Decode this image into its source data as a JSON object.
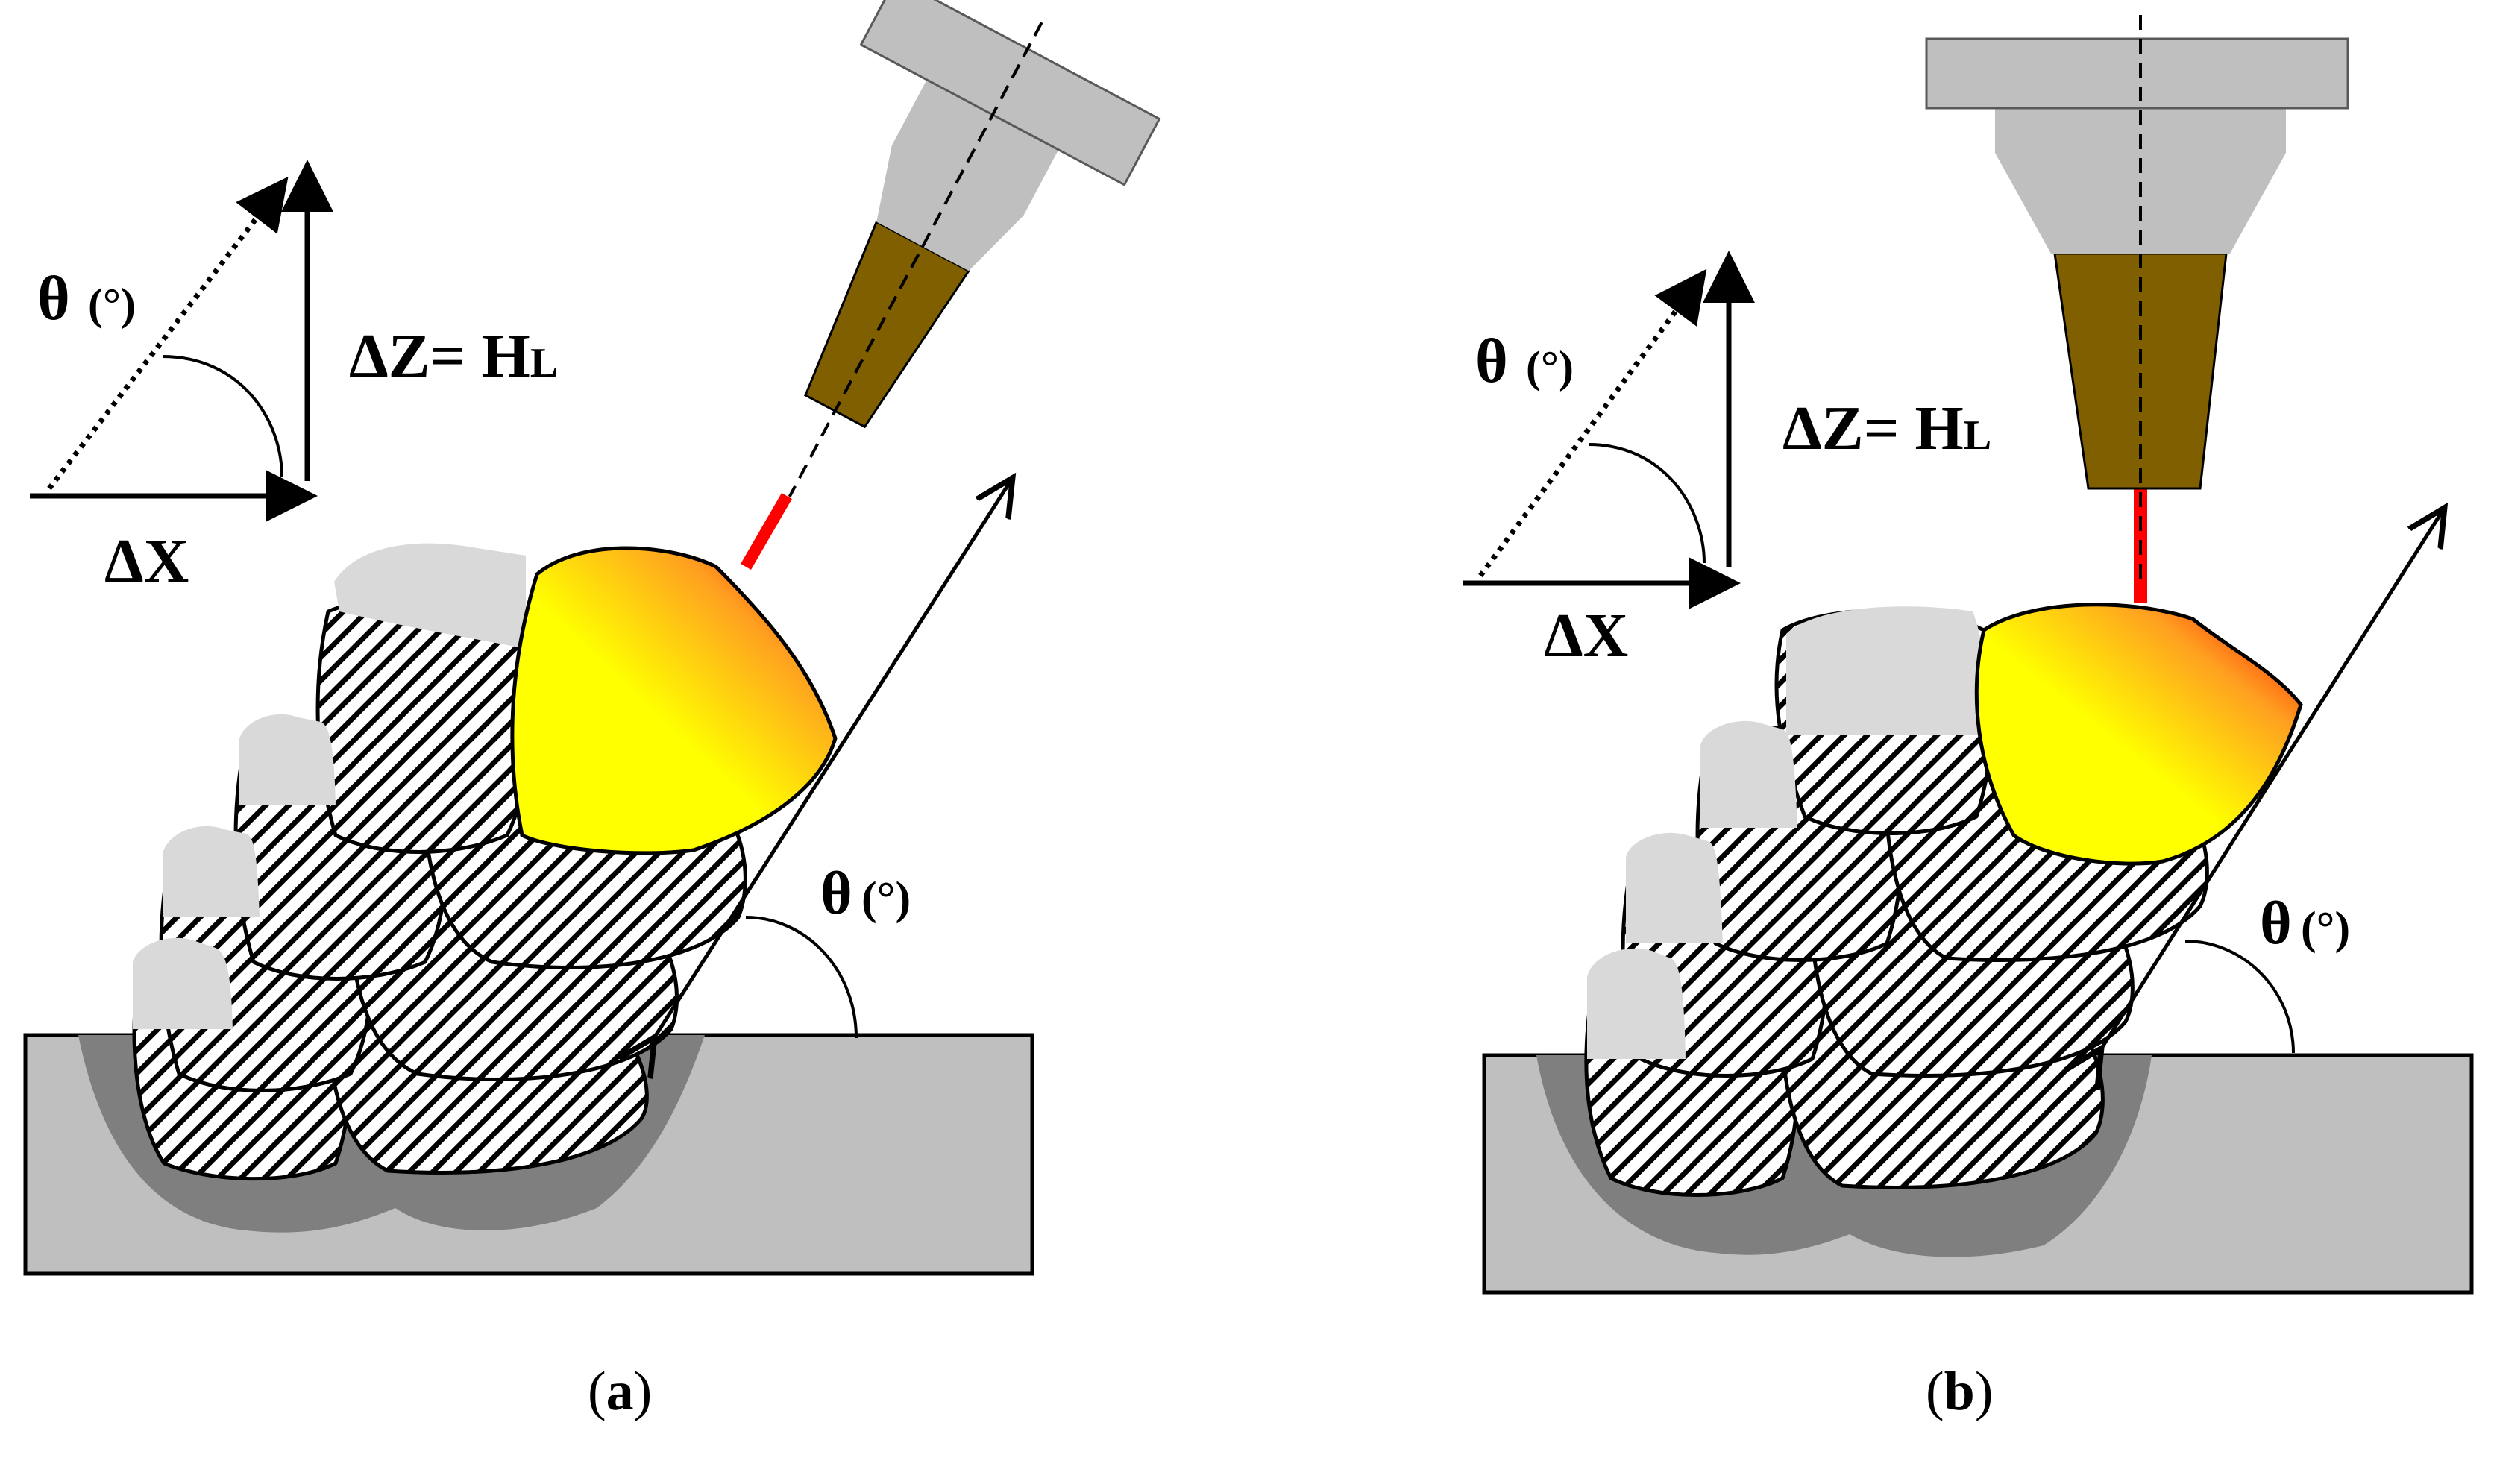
{
  "panels": [
    {
      "id": "a",
      "caption_open": "(",
      "caption_letter": "a",
      "caption_close": ")",
      "axis_x_label": "ΔX",
      "axis_theta_label": "θ",
      "axis_theta_unit": "(°)",
      "axis_z_label": "ΔZ= H",
      "axis_z_sub": "L",
      "deposit_theta_label": "θ",
      "deposit_theta_unit": "(°)"
    },
    {
      "id": "b",
      "caption_open": "(",
      "caption_letter": "b",
      "caption_close": ")",
      "axis_x_label": "ΔX",
      "axis_theta_label": "θ",
      "axis_theta_unit": "(°)",
      "axis_z_label": "ΔZ= H",
      "axis_z_sub": "L",
      "deposit_theta_label": "θ",
      "deposit_theta_unit": "(°)"
    }
  ],
  "colors": {
    "substrate": "#bfbfbf",
    "heat_affected_zone": "#7f7f7f",
    "bead_top": "#d9d9d9",
    "nozzle_body": "#bfbfbf",
    "nozzle_tip": "#7f5f00",
    "laser_beam": "#ff0000",
    "melt_pool_hot": "#ff0000",
    "melt_pool_cool": "#ffff00"
  }
}
